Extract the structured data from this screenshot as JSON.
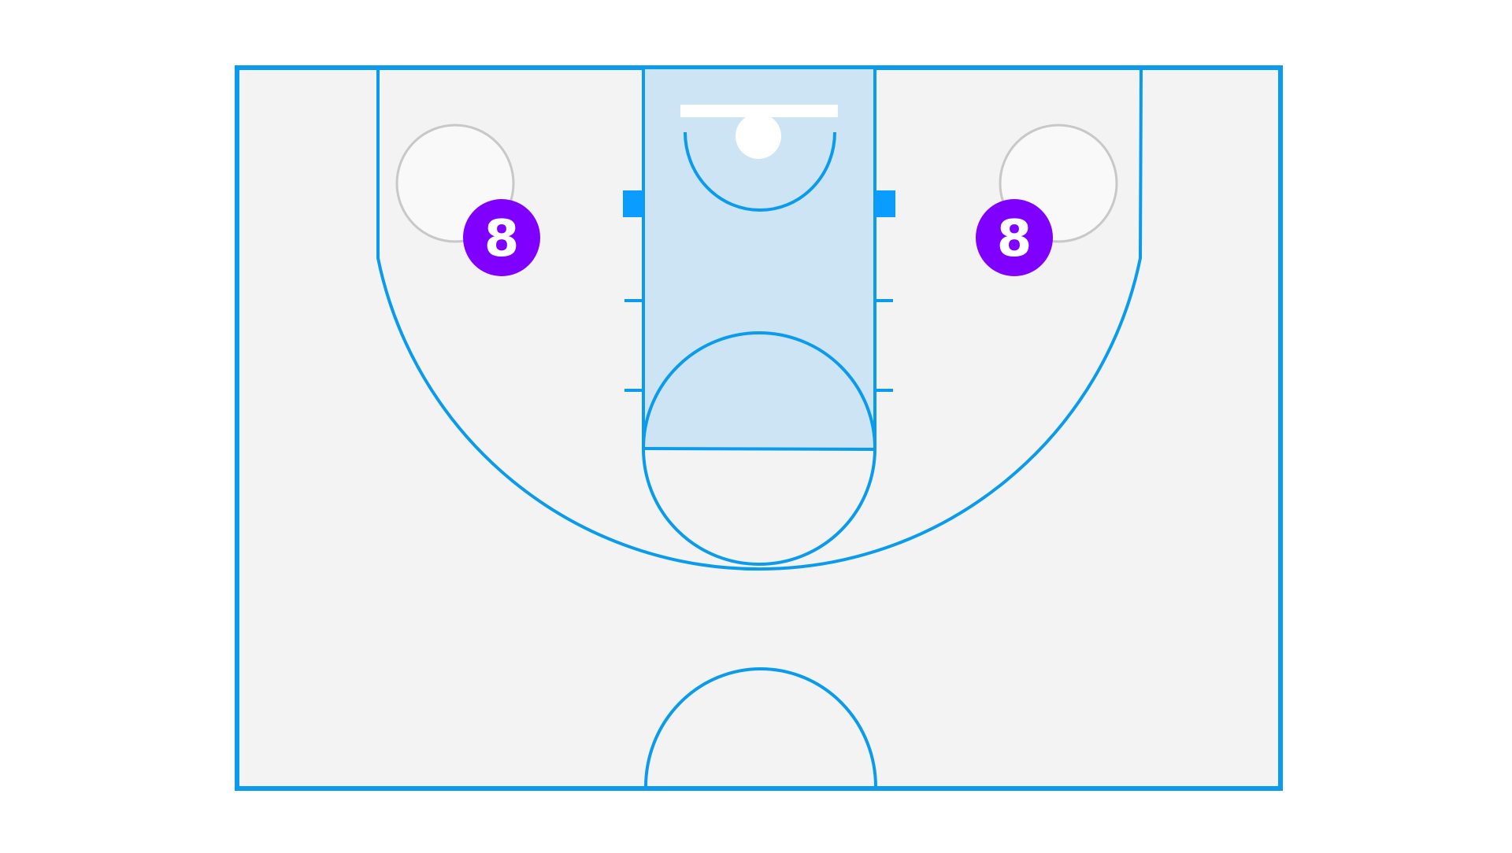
{
  "diagram": {
    "type": "basketball-half-court",
    "colors": {
      "court_fill": "#f3f3f3",
      "line": "#0b9bec",
      "key_fill": "#cde4f5",
      "block": "#0a9cff",
      "backboard": "#ffffff",
      "rim": "#ffffff",
      "player": "#8000ff",
      "player_text": "#ffffff",
      "ghost_circle_fill": "#f9f9f9",
      "ghost_circle_stroke": "#c8c8c8"
    },
    "players": [
      {
        "number": "8",
        "side": "left"
      },
      {
        "number": "8",
        "side": "right"
      }
    ]
  }
}
